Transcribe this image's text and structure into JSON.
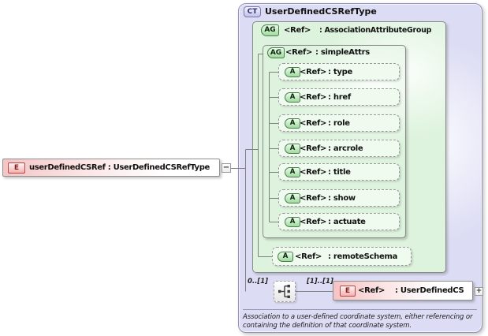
{
  "colors": {
    "ct-bg": "#dcdcf4",
    "ct-border": "#9494b8",
    "ct-badge-border": "#7878a8",
    "ct-badge-text": "#2e2e6e",
    "green-bg": "#ddf3dd",
    "green-row-bg": "#f0fbf0",
    "green-border": "#8a8a8a",
    "green-badge-border": "#4a7a4a",
    "pink": "#f5c4c4",
    "e-border": "#b44848",
    "e-text": "#8b1a1a",
    "line": "#808080"
  },
  "root_element": {
    "badge": "E",
    "label": "userDefinedCSRef : UserDefinedCSRefType"
  },
  "icons": {
    "collapse": "−",
    "expand": "+"
  },
  "complex_type": {
    "badge": "CT",
    "title": "UserDefinedCSRefType",
    "association_attribute_group": {
      "badge": "AG",
      "ref": "<Ref>",
      "name": ": AssociationAttributeGroup"
    },
    "simple_attrs": {
      "badge": "AG",
      "ref": "<Ref>",
      "name": ": simpleAttrs",
      "attributes": [
        {
          "badge": "A",
          "ref": "<Ref>",
          "name": ": type"
        },
        {
          "badge": "A",
          "ref": "<Ref>",
          "name": ": href"
        },
        {
          "badge": "A",
          "ref": "<Ref>",
          "name": ": role"
        },
        {
          "badge": "A",
          "ref": "<Ref>",
          "name": ": arcrole"
        },
        {
          "badge": "A",
          "ref": "<Ref>",
          "name": ": title"
        },
        {
          "badge": "A",
          "ref": "<Ref>",
          "name": ": show"
        },
        {
          "badge": "A",
          "ref": "<Ref>",
          "name": ": actuate"
        }
      ]
    },
    "remote_schema": {
      "badge": "A",
      "ref": "<Ref>",
      "name": ": remoteSchema"
    },
    "content_model": {
      "outer_cardinality": "0..[1]",
      "inner_cardinality": "[1]..[1]",
      "child_element": {
        "badge": "E",
        "ref": "<Ref>",
        "name": ": UserDefinedCS"
      }
    },
    "annotation": "Association to a user-defined coordinate system, either referencing or containing the definition of that coordinate system."
  }
}
